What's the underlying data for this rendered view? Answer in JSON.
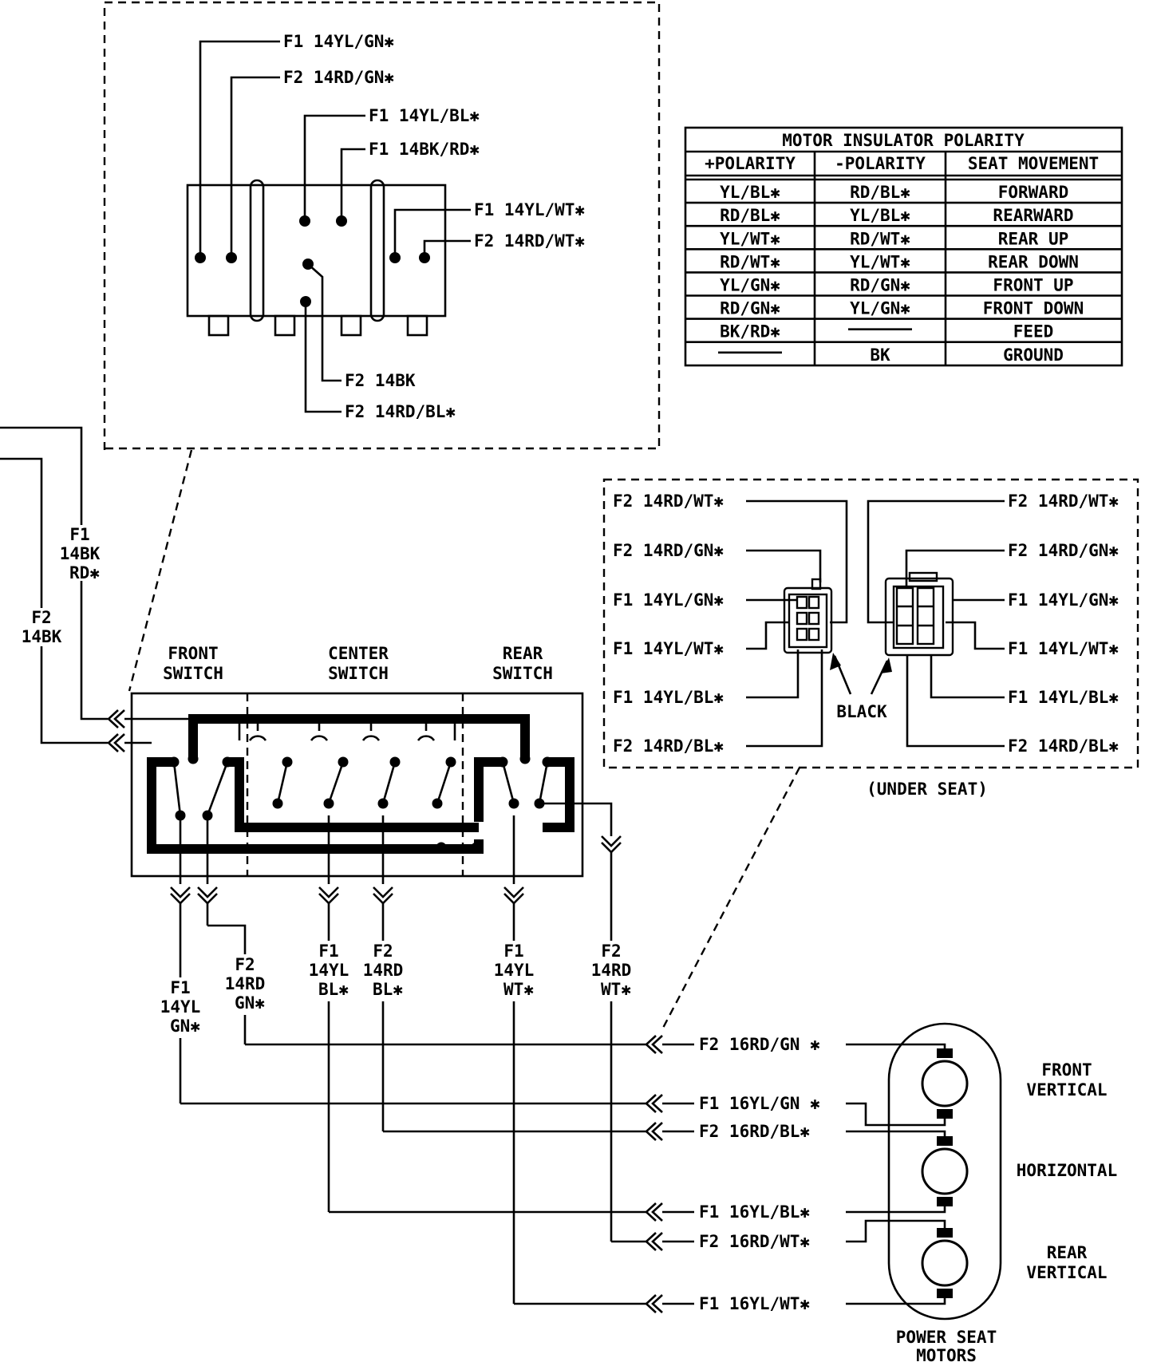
{
  "connector_detail": {
    "pin_labels": [
      {
        "id": "p1",
        "text": "F1 14YL/GN✱"
      },
      {
        "id": "p2",
        "text": "F2 14RD/GN✱"
      },
      {
        "id": "p3",
        "text": "F1 14YL/BL✱"
      },
      {
        "id": "p4",
        "text": "F1 14BK/RD✱"
      },
      {
        "id": "p5",
        "text": "F1 14YL/WT✱"
      },
      {
        "id": "p6",
        "text": "F2 14RD/WT✱"
      },
      {
        "id": "p7",
        "text": "F2 14BK"
      },
      {
        "id": "p8",
        "text": "F2 14RD/BL✱"
      }
    ]
  },
  "polarity_table": {
    "title": "MOTOR INSULATOR POLARITY",
    "headers": [
      "+POLARITY",
      "-POLARITY",
      "SEAT MOVEMENT"
    ],
    "rows": [
      [
        "YL/BL✱",
        "RD/BL✱",
        "FORWARD"
      ],
      [
        "RD/BL✱",
        "YL/BL✱",
        "REARWARD"
      ],
      [
        "YL/WT✱",
        "RD/WT✱",
        "REAR UP"
      ],
      [
        "RD/WT✱",
        "YL/WT✱",
        "REAR DOWN"
      ],
      [
        "YL/GN✱",
        "RD/GN✱",
        "FRONT UP"
      ],
      [
        "RD/GN✱",
        "YL/GN✱",
        "FRONT DOWN"
      ],
      [
        "BK/RD✱",
        "—",
        "FEED"
      ],
      [
        "—",
        "BK",
        "GROUND"
      ]
    ]
  },
  "under_seat": {
    "left_labels": [
      "F2 14RD/WT✱",
      "F2 14RD/GN✱",
      "F1 14YL/GN✱",
      "F1 14YL/WT✱",
      "F1 14YL/BL✱",
      "F2 14RD/BL✱"
    ],
    "right_labels": [
      "F2 14RD/WT✱",
      "F2 14RD/GN✱",
      "F1 14YL/GN✱",
      "F1 14YL/WT✱",
      "F1 14YL/BL✱",
      "F2 14RD/BL✱"
    ],
    "black_label": "BLACK",
    "caption": "(UNDER SEAT)"
  },
  "input_wires": {
    "f1": [
      "F1",
      "14BK",
      "RD✱"
    ],
    "f2": [
      "F2",
      "14BK"
    ]
  },
  "switch": {
    "front": [
      "FRONT",
      "SWITCH"
    ],
    "center": [
      "CENTER",
      "SWITCH"
    ],
    "rear": [
      "REAR",
      "SWITCH"
    ]
  },
  "switch_outputs": [
    {
      "id": "o1",
      "lines": [
        "F1",
        "14YL",
        "GN✱"
      ]
    },
    {
      "id": "o2",
      "lines": [
        "F2",
        "14RD",
        "GN✱"
      ]
    },
    {
      "id": "o3",
      "lines": [
        "F1",
        "14YL",
        "BL✱"
      ]
    },
    {
      "id": "o4",
      "lines": [
        "F2",
        "14RD",
        "BL✱"
      ]
    },
    {
      "id": "o5",
      "lines": [
        "F1",
        "14YL",
        "WT✱"
      ]
    },
    {
      "id": "o6",
      "lines": [
        "F2",
        "14RD",
        "WT✱"
      ]
    }
  ],
  "motor_wires": [
    "F2 16RD/GN ✱",
    "F1 16YL/GN ✱",
    "F2 16RD/BL✱",
    "F1 16YL/BL✱",
    "F2 16RD/WT✱",
    "F1 16YL/WT✱"
  ],
  "motors": {
    "front": [
      "FRONT",
      "VERTICAL"
    ],
    "horizontal": "HORIZONTAL",
    "rear": [
      "REAR",
      "VERTICAL"
    ],
    "caption": [
      "POWER SEAT",
      "MOTORS"
    ]
  }
}
